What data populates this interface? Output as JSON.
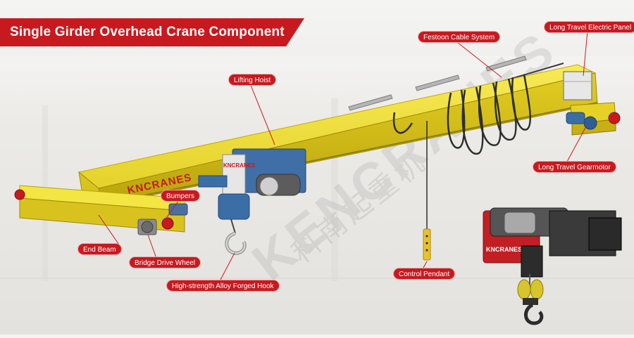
{
  "title": "Single Girder Overhead Crane Component",
  "watermark": {
    "latin": "KENCRANES",
    "chinese": "科南起重机"
  },
  "brand_marks": {
    "girder_logo": "KNCRANES",
    "hoist_logo": "KNCRANES",
    "inset_logo": "KNCRANES"
  },
  "labels": {
    "festoon": "Festoon Cable System",
    "electric_panel": "Long Travel Electric Panel",
    "lifting_hoist": "Lifting Hoist",
    "gearmotor": "Long Travel Gearmotor",
    "bumpers": "Bumpers",
    "end_beam": "End Beam",
    "drive_wheel": "Bridge Drive Wheel",
    "hook": "High-strength Alloy Forged Hook",
    "pendant": "Control Pendant"
  },
  "colors": {
    "accent_red": "#c8191f",
    "crane_yellow": "#f2e23a",
    "crane_yellow_dark": "#c9b20d",
    "hoist_blue": "#3b6ea5",
    "inset_red": "#c11f23"
  }
}
